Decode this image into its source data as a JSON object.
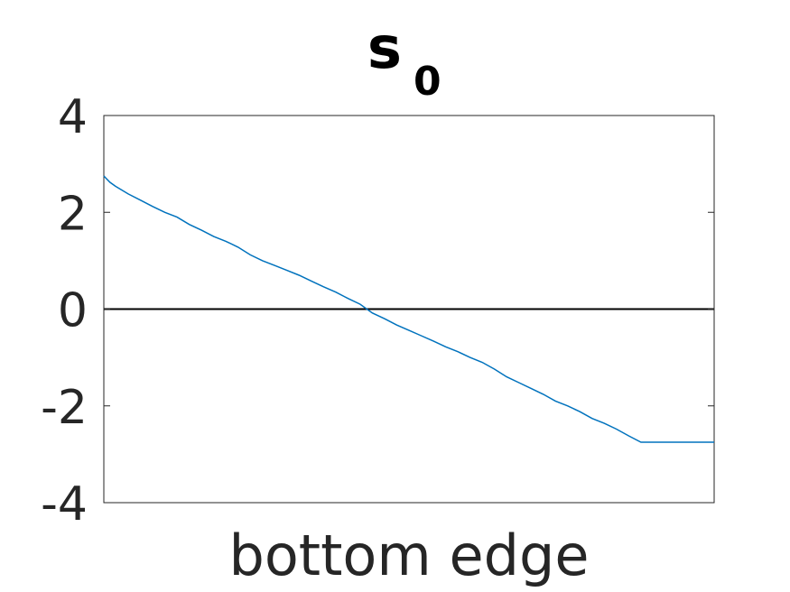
{
  "chart_data": {
    "type": "line",
    "title": "s",
    "title_subscript": "0",
    "xlabel": "bottom edge",
    "ylabel": "",
    "xlim": [
      0,
      100
    ],
    "ylim": [
      -4,
      4
    ],
    "y_ticks": [
      4,
      2,
      0,
      -2,
      -4
    ],
    "y_tick_labels": [
      "4",
      "2",
      "0",
      "-2",
      "-4"
    ],
    "x_ticks": [],
    "grid": false,
    "reference_line": {
      "y": 0,
      "color": "#000000"
    },
    "series": [
      {
        "color": "#0072BD",
        "x": [
          0,
          1,
          2,
          4,
          6,
          8,
          10,
          12,
          14,
          16,
          18,
          20,
          22,
          24,
          26,
          28,
          30,
          32,
          34,
          36,
          38,
          40,
          42,
          44,
          46,
          48,
          50,
          52,
          54,
          56,
          58,
          60,
          62,
          64,
          66,
          68,
          70,
          72,
          74,
          76,
          78,
          80,
          82,
          84,
          86,
          88,
          90,
          92,
          94,
          96,
          98,
          99,
          100
        ],
        "y": [
          2.75,
          2.62,
          2.53,
          2.38,
          2.25,
          2.12,
          2.0,
          1.9,
          1.75,
          1.63,
          1.5,
          1.4,
          1.28,
          1.12,
          1.0,
          0.9,
          0.8,
          0.7,
          0.58,
          0.46,
          0.35,
          0.22,
          0.1,
          -0.08,
          -0.2,
          -0.33,
          -0.44,
          -0.55,
          -0.66,
          -0.78,
          -0.88,
          -1.0,
          -1.1,
          -1.24,
          -1.4,
          -1.52,
          -1.64,
          -1.76,
          -1.9,
          -2.0,
          -2.12,
          -2.26,
          -2.36,
          -2.48,
          -2.62,
          -2.75,
          -2.75,
          -2.75,
          -2.75,
          -2.75,
          -2.75,
          -2.75,
          -2.75
        ]
      }
    ]
  }
}
